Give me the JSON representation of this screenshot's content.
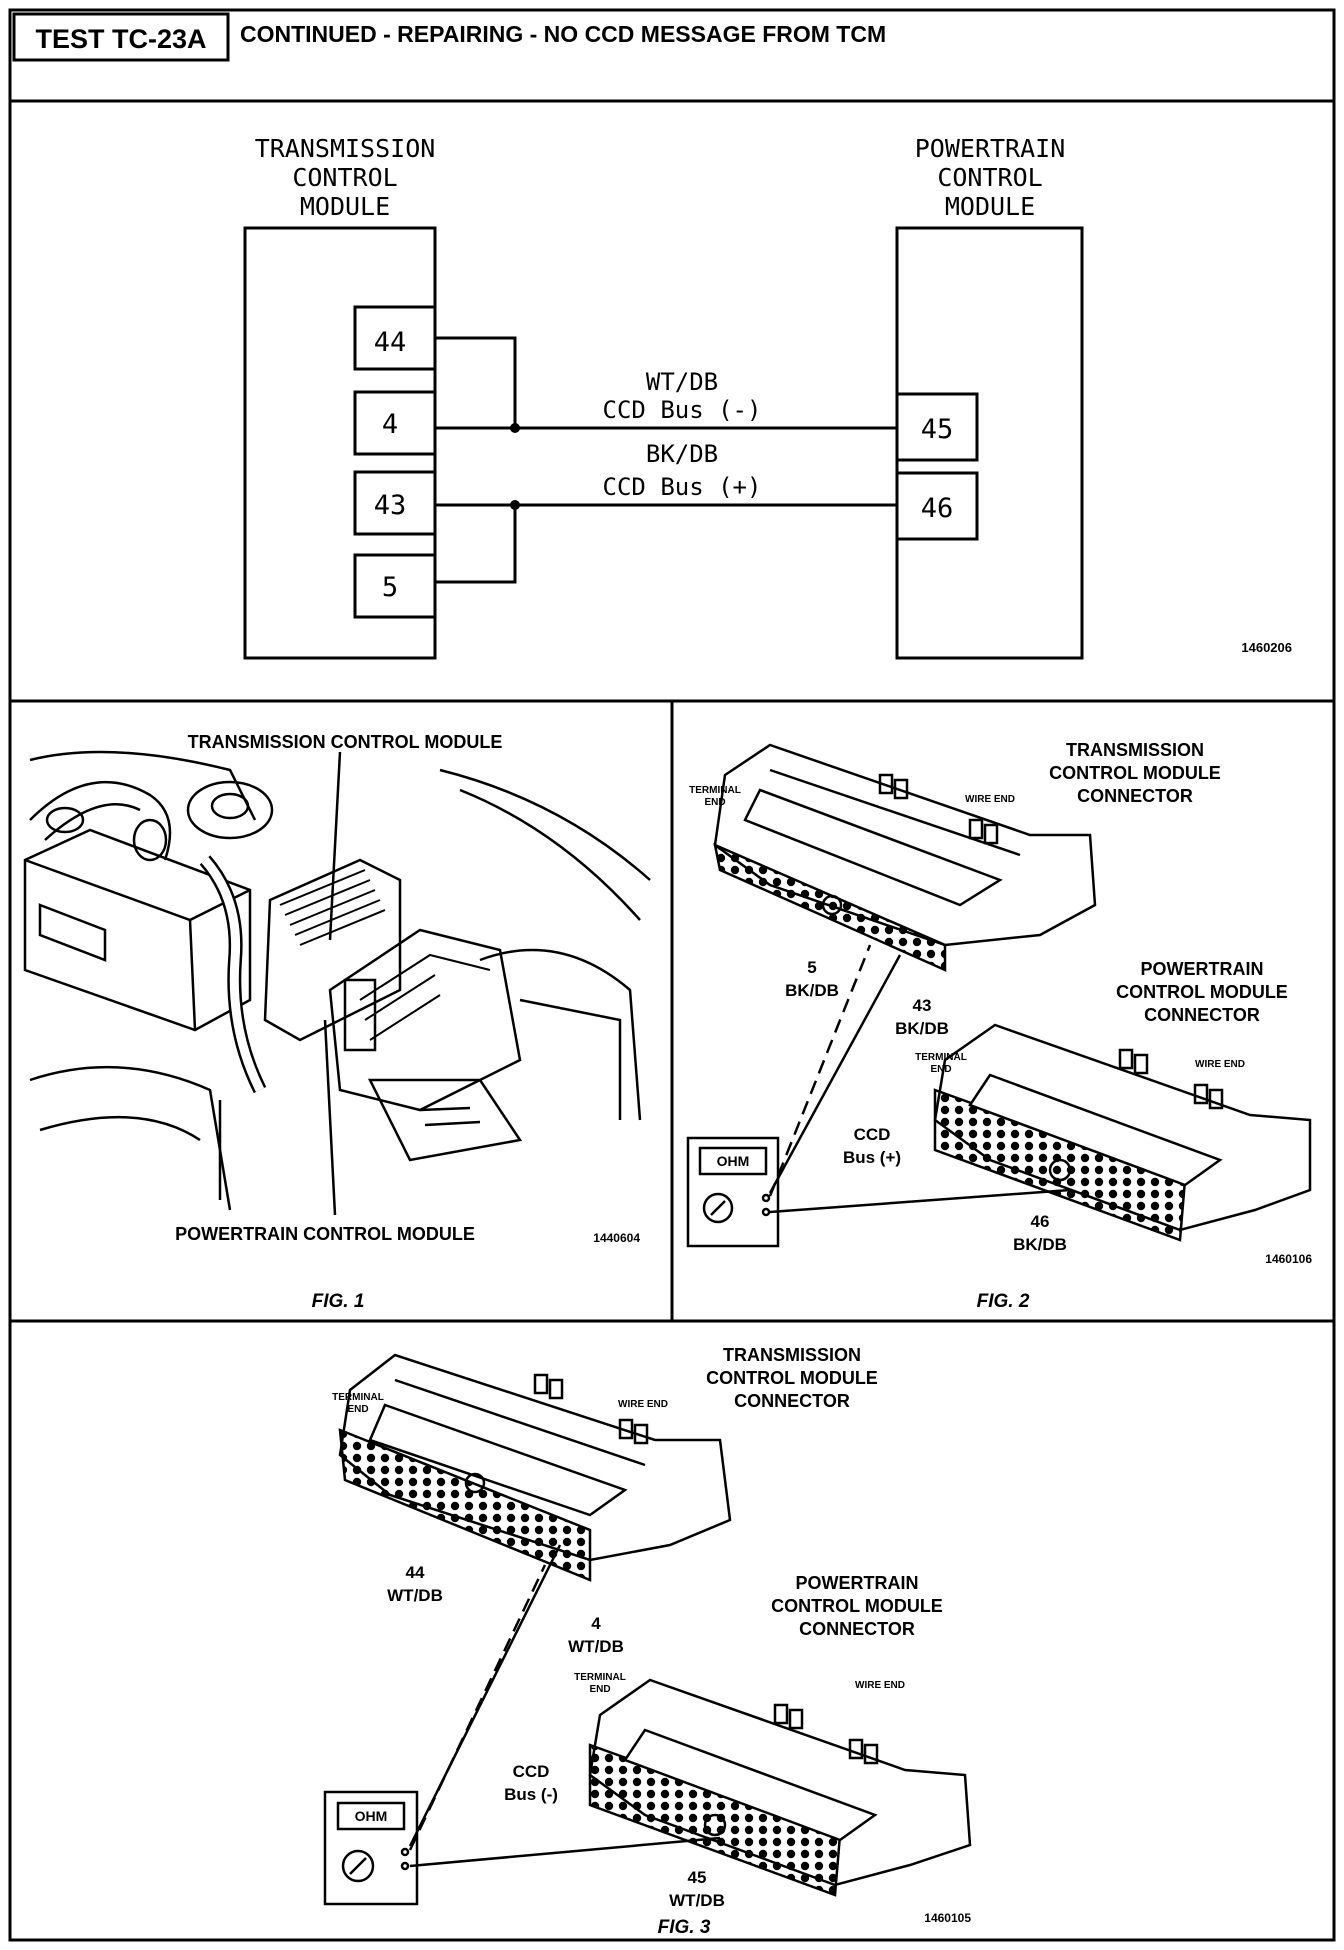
{
  "header": {
    "test_id": "TEST TC-23A",
    "title": "CONTINUED - REPAIRING - NO CCD MESSAGE FROM TCM"
  },
  "schematic": {
    "tcm_label": [
      "TRANSMISSION",
      "CONTROL",
      "MODULE"
    ],
    "pcm_label": [
      "POWERTRAIN",
      "CONTROL",
      "MODULE"
    ],
    "tcm_pins": [
      "44",
      "4",
      "43",
      "5"
    ],
    "pcm_pins": [
      "45",
      "46"
    ],
    "wire1_color": "WT/DB",
    "wire1_name": "CCD Bus (-)",
    "wire2_color": "BK/DB",
    "wire2_name": "CCD Bus (+)",
    "ref_code": "1460206"
  },
  "fig1": {
    "caption": "FIG. 1",
    "tcm_callout": "TRANSMISSION CONTROL MODULE",
    "pcm_callout": "POWERTRAIN CONTROL MODULE",
    "ref_code": "1440604"
  },
  "fig2": {
    "caption": "FIG. 2",
    "tcm_connector": [
      "TRANSMISSION",
      "CONTROL MODULE",
      "CONNECTOR"
    ],
    "pcm_connector": [
      "POWERTRAIN",
      "CONTROL MODULE",
      "CONNECTOR"
    ],
    "terminal_end": [
      "TERMINAL",
      "END"
    ],
    "wire_end": "WIRE END",
    "pin_a": [
      "5",
      "BK/DB"
    ],
    "pin_b": [
      "43",
      "BK/DB"
    ],
    "pin_c": [
      "46",
      "BK/DB"
    ],
    "bus": [
      "CCD",
      "Bus (+)"
    ],
    "meter": "OHM",
    "ref_code": "1460106"
  },
  "fig3": {
    "caption": "FIG. 3",
    "tcm_connector": [
      "TRANSMISSION",
      "CONTROL MODULE",
      "CONNECTOR"
    ],
    "pcm_connector": [
      "POWERTRAIN",
      "CONTROL MODULE",
      "CONNECTOR"
    ],
    "terminal_end": [
      "TERMINAL",
      "END"
    ],
    "wire_end": "WIRE END",
    "pin_a": [
      "44",
      "WT/DB"
    ],
    "pin_b": [
      "4",
      "WT/DB"
    ],
    "pin_c": [
      "45",
      "WT/DB"
    ],
    "bus": [
      "CCD",
      "Bus (-)"
    ],
    "meter": "OHM",
    "ref_code": "1460105"
  }
}
